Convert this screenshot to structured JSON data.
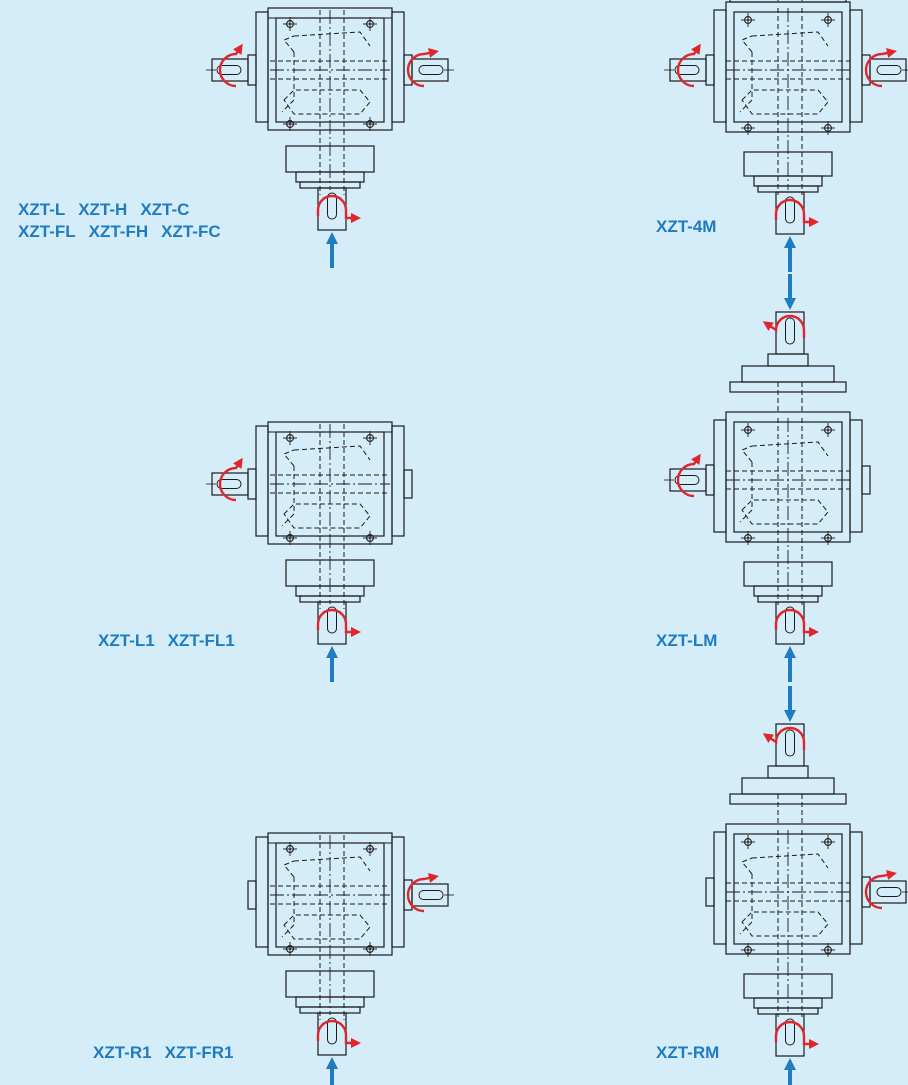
{
  "colors": {
    "background": "#d5ecf9",
    "drawing_line": "#1c1c1c",
    "rotation_arrow": "#e0262b",
    "input_arrow": "#1f7cc0",
    "label_text": "#1f7cc0"
  },
  "diagrams": [
    {
      "id": "l",
      "label_lines": [
        [
          "XZT-L",
          "XZT-H",
          "XZT-C"
        ],
        [
          "XZT-FL",
          "XZT-FH",
          "XZT-FC"
        ]
      ],
      "variant": "single-box",
      "output_shafts": [
        "left",
        "right",
        "bottom"
      ],
      "rotation_arrows": [
        "left",
        "right",
        "bottom"
      ],
      "input_arrow": "bottom-up"
    },
    {
      "id": "4m",
      "label_lines": [
        [
          "XZT-4M"
        ]
      ],
      "variant": "double-box",
      "output_shafts": [
        "left",
        "right",
        "bottom"
      ],
      "rotation_arrows": [
        "left",
        "right",
        "bottom"
      ],
      "input_arrow": "bottom-up"
    },
    {
      "id": "l1",
      "label_lines": [
        [
          "XZT-L1",
          "XZT-FL1"
        ]
      ],
      "variant": "single-box",
      "output_shafts": [
        "left",
        "bottom"
      ],
      "rotation_arrows": [
        "left",
        "bottom"
      ],
      "input_arrow": "bottom-up"
    },
    {
      "id": "lm",
      "label_lines": [
        [
          "XZT-LM"
        ]
      ],
      "variant": "double-box",
      "output_shafts": [
        "left",
        "top",
        "bottom"
      ],
      "rotation_arrows": [
        "left",
        "top",
        "bottom"
      ],
      "input_arrow": "top-down-and-bottom-up"
    },
    {
      "id": "r1",
      "label_lines": [
        [
          "XZT-R1",
          "XZT-FR1"
        ]
      ],
      "variant": "single-box",
      "output_shafts": [
        "right",
        "bottom"
      ],
      "rotation_arrows": [
        "right",
        "bottom"
      ],
      "input_arrow": "bottom-up"
    },
    {
      "id": "rm",
      "label_lines": [
        [
          "XZT-RM"
        ]
      ],
      "variant": "double-box",
      "output_shafts": [
        "right",
        "top",
        "bottom"
      ],
      "rotation_arrows": [
        "right",
        "top",
        "bottom"
      ],
      "input_arrow": "top-down-and-bottom-up"
    }
  ]
}
